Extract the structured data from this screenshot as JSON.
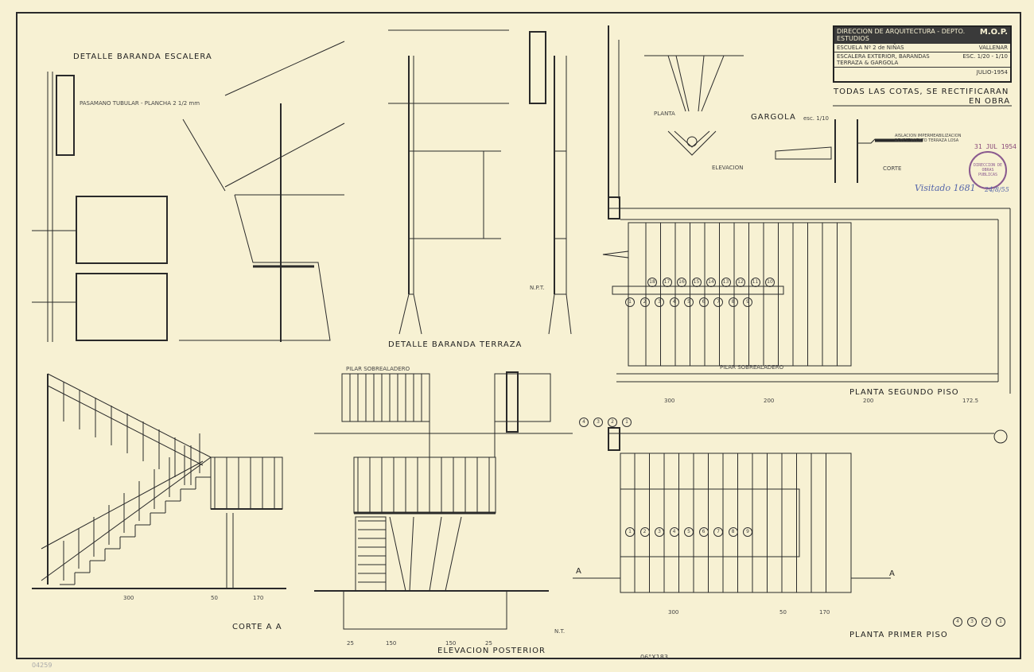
{
  "title_block": {
    "header": "DIRECCION DE ARQUITECTURA - DEPTO. ESTUDIOS",
    "agency": "M.O.P.",
    "school": "ESCUELA Nº 2 de NIÑAS",
    "city": "VALLENAR",
    "subject": "ESCALERA EXTERIOR, BARANDAS TERRAZA & GARGOLA",
    "scale": "ESC. 1/20 - 1/10",
    "date": "JULIO-1954"
  },
  "note": {
    "line1": "TODAS LAS COTAS, SE RECTIFICARAN",
    "line2": "EN OBRA"
  },
  "stamps": {
    "date": "31 JUL 1954",
    "seal": "DIRECCION DE OBRAS PUBLICAS",
    "signature": "Visitado 1681",
    "signature_date": "24/8/55"
  },
  "views": {
    "detalle_escalera": "DETALLE BARANDA ESCALERA",
    "detalle_terraza": "DETALLE BARANDA TERRAZA",
    "gargola": "GARGOLA",
    "gargola_scale": "esc. 1/10",
    "gargola_planta": "PLANTA",
    "gargola_elevacion": "ELEVACION",
    "gargola_corte": "CORTE",
    "planta_segundo": "PLANTA SEGUNDO PISO",
    "planta_primer": "PLANTA PRIMER PISO",
    "corte_aa": "CORTE A A",
    "elevacion_posterior": "ELEVACION POSTERIOR"
  },
  "annotations": {
    "pasamano": "PASAMANO TUBULAR - PLANCHA 2 1/2 mm",
    "pilar1": "PILAR SOBREALADERO",
    "pilar2": "PILAR SOBREALADERO",
    "impermeab": "AISLACION IMPERMEABILIZACION REVESTIMIENTO TERRAZA LOSA",
    "section_a_left": "A",
    "section_a_right": "A",
    "npt": "N.P.T.",
    "nt": "N.T.",
    "dims_segundo": [
      "300",
      "200",
      "200",
      "172.5"
    ],
    "dims_primer": [
      "300",
      "50",
      "170"
    ],
    "dims_corte": [
      "300",
      "50",
      "170"
    ],
    "dims_elev": [
      "25",
      "150",
      "150",
      "25"
    ]
  },
  "steps_upper": [
    "18",
    "17",
    "16",
    "15",
    "14",
    "13",
    "12",
    "11",
    "10"
  ],
  "steps_lower": [
    "1",
    "2",
    "3",
    "4",
    "5",
    "6",
    "7",
    "8",
    "9"
  ],
  "steps_primer": [
    "1",
    "2",
    "3",
    "4",
    "5",
    "6",
    "7",
    "8",
    "9"
  ],
  "grid_marks": [
    "4",
    "3",
    "2",
    "1"
  ],
  "footer": {
    "sheet_code": "06°X183",
    "archive_number": "04259"
  }
}
